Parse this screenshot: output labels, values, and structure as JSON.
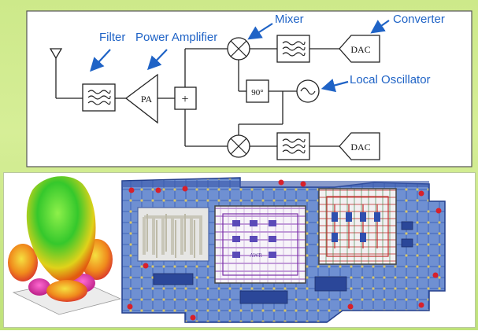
{
  "labels": {
    "filter": "Filter",
    "power_amplifier": "Power Amplifier",
    "mixer": "Mixer",
    "converter": "Converter",
    "local_oscillator": "Local Oscillator"
  },
  "blocks": {
    "pa": "PA",
    "adder": "+",
    "phase_shift": "90°",
    "dac_top": "DAC",
    "dac_bottom": "DAC"
  },
  "pcb": {
    "chip_mark": "AWR"
  },
  "colors": {
    "annotation_blue": "#1f63c6",
    "frame_green": "#cde98a",
    "pcb_blue": "#3b5fb8",
    "pcb_board": "#6d8fd0"
  }
}
